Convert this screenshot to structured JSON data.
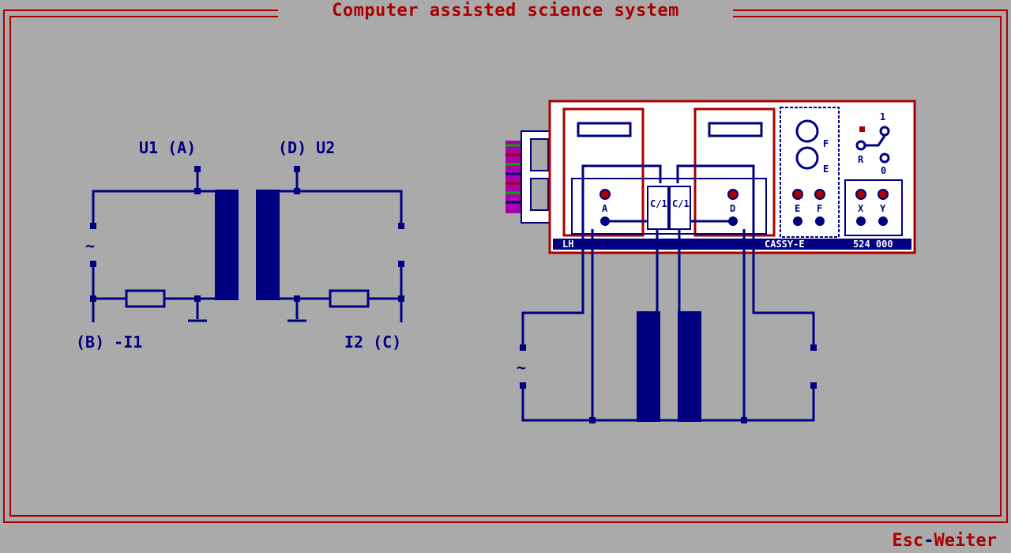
{
  "window": {
    "title": "Computer assisted science system"
  },
  "footer": {
    "key": "Esc",
    "separator": "-",
    "action": "Weiter"
  },
  "schematic": {
    "u1_label": "U1 (A)",
    "u2_label": "(D) U2",
    "i1_label": "(B) -I1",
    "i2_label": "I2 (C)",
    "ac_symbol": "~"
  },
  "cassy": {
    "socket_a": "A",
    "socket_d": "D",
    "socket_e": "E",
    "socket_f": "F",
    "socket_x": "X",
    "socket_y": "Y",
    "socket_r": "R",
    "socket_1": "1",
    "socket_0": "0",
    "port_f": "F",
    "port_e": "E",
    "left_label": "LH",
    "model_label": "CASSY-E",
    "part_number": "524 000",
    "probe_label": "C/1"
  },
  "wiring": {
    "ac_symbol": "~"
  },
  "colors": {
    "background": "#aaaaaa",
    "frame": "#aa0000",
    "wire": "#000080",
    "panel": "#ffffff"
  }
}
